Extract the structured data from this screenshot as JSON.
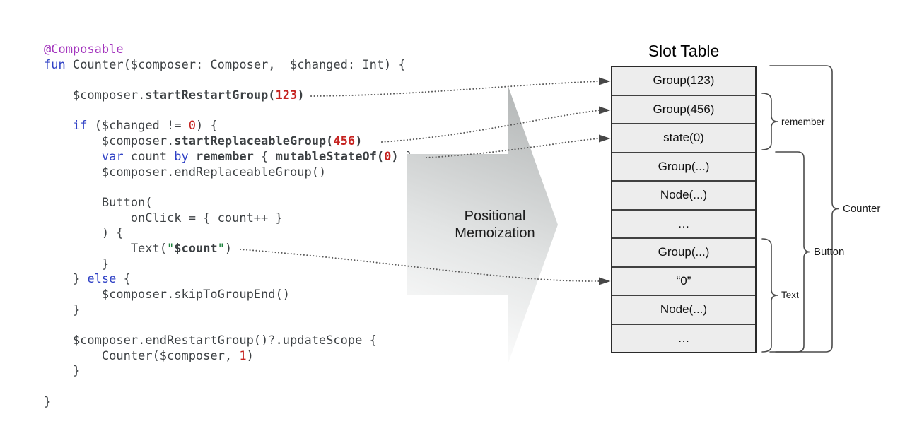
{
  "code": {
    "lines": [
      [
        {
          "t": "@Composable",
          "c": "ann"
        }
      ],
      [
        {
          "t": "fun",
          "c": "kw"
        },
        {
          "t": " Counter($composer: Composer,  $changed: Int) {",
          "c": "pl"
        }
      ],
      [],
      [
        {
          "t": "    $composer.",
          "c": "pl"
        },
        {
          "t": "startRestartGroup(",
          "c": "b"
        },
        {
          "t": "123",
          "c": "numb"
        },
        {
          "t": ")",
          "c": "b"
        }
      ],
      [],
      [
        {
          "t": "    ",
          "c": "pl"
        },
        {
          "t": "if",
          "c": "kw"
        },
        {
          "t": " ($changed != ",
          "c": "pl"
        },
        {
          "t": "0",
          "c": "num"
        },
        {
          "t": ") {",
          "c": "pl"
        }
      ],
      [
        {
          "t": "        $composer.",
          "c": "pl"
        },
        {
          "t": "startReplaceableGroup(",
          "c": "b"
        },
        {
          "t": "456",
          "c": "numb"
        },
        {
          "t": ")",
          "c": "b"
        }
      ],
      [
        {
          "t": "        ",
          "c": "pl"
        },
        {
          "t": "var",
          "c": "kw"
        },
        {
          "t": " count ",
          "c": "pl"
        },
        {
          "t": "by",
          "c": "kw"
        },
        {
          "t": " ",
          "c": "pl"
        },
        {
          "t": "remember",
          "c": "b"
        },
        {
          "t": " { ",
          "c": "pl"
        },
        {
          "t": "mutableStateOf(",
          "c": "b"
        },
        {
          "t": "0",
          "c": "numb"
        },
        {
          "t": ")",
          "c": "b"
        },
        {
          "t": " }",
          "c": "pl"
        }
      ],
      [
        {
          "t": "        $composer.endReplaceableGroup()",
          "c": "pl"
        }
      ],
      [],
      [
        {
          "t": "        Button(",
          "c": "pl"
        }
      ],
      [
        {
          "t": "            onClick = { count++ }",
          "c": "pl"
        }
      ],
      [
        {
          "t": "        ) {",
          "c": "pl"
        }
      ],
      [
        {
          "t": "            Text(",
          "c": "pl"
        },
        {
          "t": "\"",
          "c": "str"
        },
        {
          "t": "$count",
          "c": "b"
        },
        {
          "t": "\"",
          "c": "str"
        },
        {
          "t": ")",
          "c": "pl"
        }
      ],
      [
        {
          "t": "        }",
          "c": "pl"
        }
      ],
      [
        {
          "t": "    } ",
          "c": "pl"
        },
        {
          "t": "else",
          "c": "kw"
        },
        {
          "t": " {",
          "c": "pl"
        }
      ],
      [
        {
          "t": "        $composer.skipToGroupEnd()",
          "c": "pl"
        }
      ],
      [
        {
          "t": "    }",
          "c": "pl"
        }
      ],
      [],
      [
        {
          "t": "    $composer.endRestartGroup()?.updateScope {",
          "c": "pl"
        }
      ],
      [
        {
          "t": "        Counter($composer, ",
          "c": "pl"
        },
        {
          "t": "1",
          "c": "num"
        },
        {
          "t": ")",
          "c": "pl"
        }
      ],
      [
        {
          "t": "    }",
          "c": "pl"
        }
      ],
      [],
      [
        {
          "t": "}",
          "c": "pl"
        }
      ]
    ]
  },
  "arrow": {
    "label_line1": "Positional",
    "label_line2": "Memoization"
  },
  "slot_table": {
    "title": "Slot Table",
    "rows": [
      "Group(123)",
      "Group(456)",
      "state(0)",
      "Group(...)",
      "Node(...)",
      "…",
      "Group(...)",
      "“0”",
      "Node(...)",
      "…"
    ]
  },
  "braces": [
    {
      "id": "remember",
      "label": "remember",
      "covers_rows": [
        2,
        3
      ]
    },
    {
      "id": "counter",
      "label": "Counter",
      "covers_rows": [
        1,
        10
      ]
    },
    {
      "id": "button",
      "label": "Button",
      "covers_rows": [
        4,
        10
      ]
    },
    {
      "id": "text",
      "label": "Text",
      "covers_rows": [
        7,
        10
      ]
    }
  ],
  "connectors": [
    {
      "from_code_line": 4,
      "to_row": "Group(123)"
    },
    {
      "from_code_line": 7,
      "to_row": "Group(456)"
    },
    {
      "from_code_line": 8,
      "to_row": "state(0)"
    },
    {
      "from_code_line": 14,
      "to_row": "“0”"
    }
  ],
  "colors": {
    "keyword": "#2f41c5",
    "annotation": "#a334bd",
    "number": "#c5221f",
    "string_quote": "#188038",
    "code_text": "#3c4043",
    "row_fill": "#ededed",
    "row_border": "#414141",
    "connector": "#5a5a5a",
    "brace": "#4a4a4a"
  }
}
